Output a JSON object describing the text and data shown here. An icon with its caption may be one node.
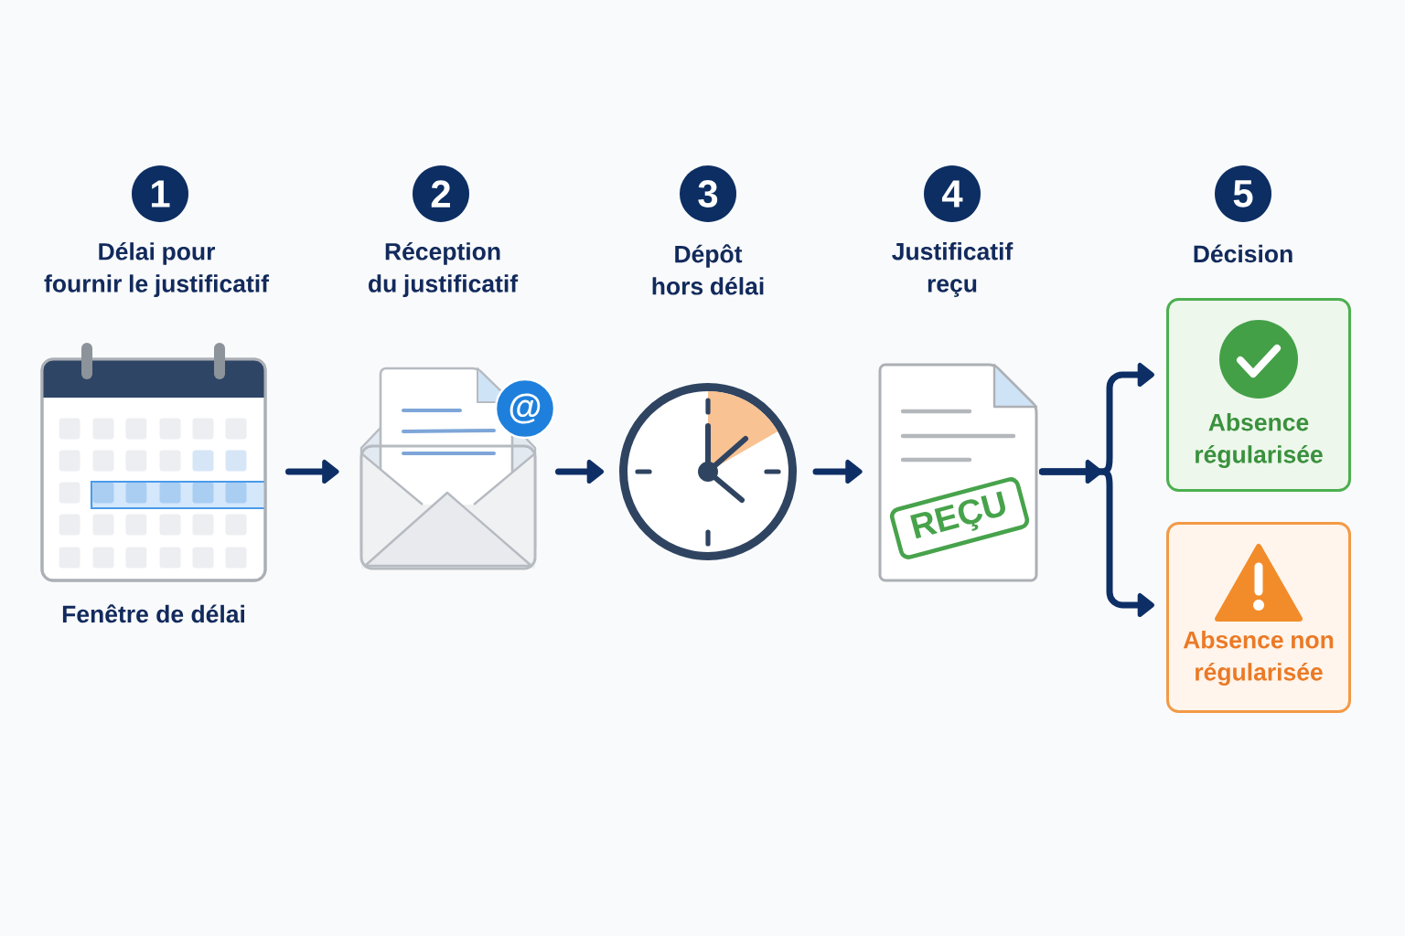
{
  "diagram": {
    "nodes": [
      {
        "text": [
          "1",
          "Délai pour fournir le justificatif"
        ]
      },
      {
        "text": [],
        "shape": "picture",
        "beside": [
          "Fenêtre de délai"
        ]
      },
      {
        "text": [
          "2",
          "Réception du justificatif"
        ]
      },
      {
        "text": [],
        "shape": "picture"
      },
      {
        "text": [
          "3",
          "Dépôt hors délai"
        ]
      },
      {
        "text": [],
        "shape": "picture"
      },
      {
        "text": [
          "4",
          "Justificatif reçu"
        ]
      },
      {
        "text": [
          "REÇU"
        ]
      },
      {
        "text": [
          "5",
          "Décision"
        ]
      },
      {
        "text": [
          "Absence régularisée"
        ]
      },
      {
        "text": [
          "Absence non régularisée"
        ]
      }
    ],
    "edges": [
      {
        "from": 1,
        "to": 3,
        "arrow": "to"
      },
      {
        "from": 3,
        "to": 5,
        "arrow": "to"
      },
      {
        "from": 5,
        "to": 7,
        "arrow": "to"
      },
      {
        "from": 7,
        "to": 9,
        "arrow": "to"
      },
      {
        "from": 7,
        "to": 10,
        "arrow": "to"
      }
    ],
    "labels": [
      "@"
    ]
  }
}
